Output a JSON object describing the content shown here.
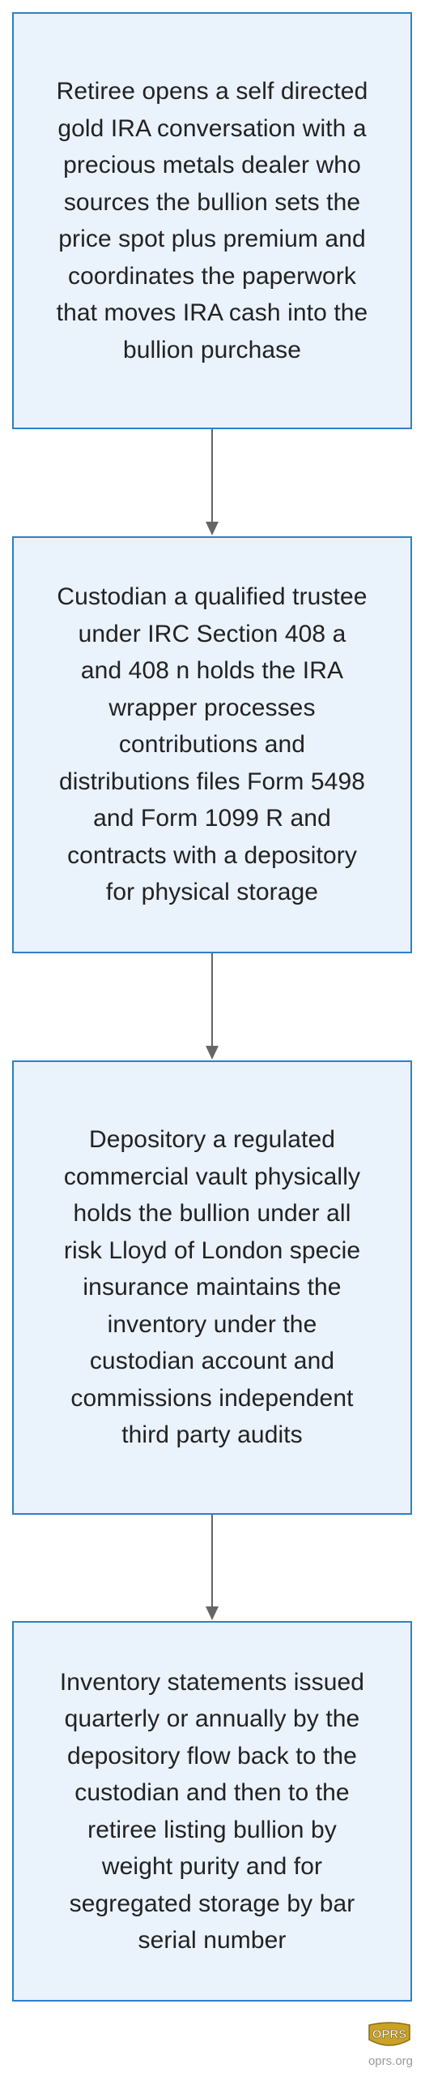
{
  "flow": {
    "steps": [
      "Retiree opens a self directed gold IRA conversation with a precious metals dealer who sources the bullion sets the price spot plus premium and coordinates the paperwork that moves IRA cash into the bullion purchase",
      "Custodian a qualified trustee under IRC Section 408 a and 408 n holds the IRA wrapper processes contributions and distributions files Form 5498 and Form 1099 R and contracts with a depository for physical storage",
      "Depository a regulated commercial vault physically holds the bullion under all risk Lloyd of London specie insurance maintains the inventory under the custodian account and commissions independent third party audits",
      "Inventory statements issued quarterly or annually by the depository flow back to the custodian and then to the retiree listing bullion by weight purity and for segregated storage by bar serial number"
    ]
  },
  "footer": {
    "logo_text": "OPRS",
    "url": "oprs.org"
  },
  "colors": {
    "node_fill": "#eaf2fc",
    "node_border": "#2f7fc9",
    "arrow": "#666666",
    "logo_gold": "#c9a227"
  }
}
